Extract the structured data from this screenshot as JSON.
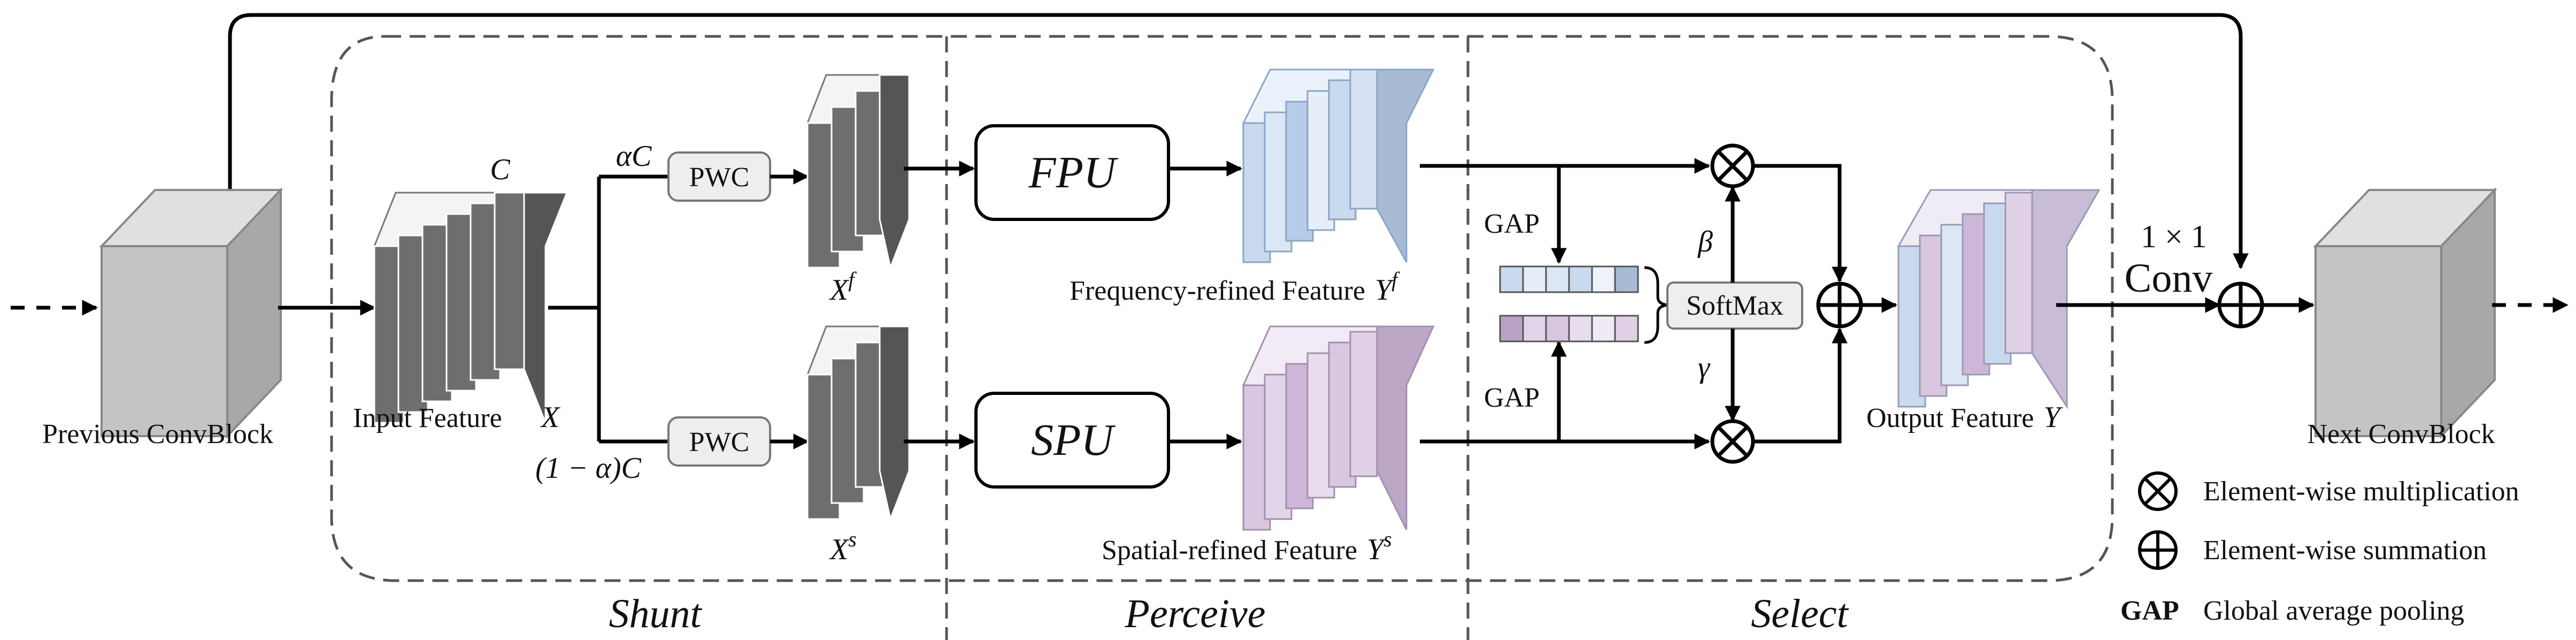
{
  "stages": {
    "shunt": "Shunt",
    "perceive": "Perceive",
    "select": "Select"
  },
  "blocks": {
    "previous": "Previous ConvBlock",
    "next": "Next ConvBlock"
  },
  "input": {
    "label": "Input Feature",
    "var": "X",
    "channels": "C"
  },
  "split": {
    "top_ratio": "αC",
    "bottom_ratio": "(1 − α)C"
  },
  "pwc": "PWC",
  "modules": {
    "fpu": "FPU",
    "spu": "SPU"
  },
  "features": {
    "xf_base": "X",
    "xf_sup": "f",
    "xs_base": "X",
    "xs_sup": "s",
    "freq_label": "Frequency-refined Feature",
    "freq_var": "Y",
    "freq_sup": "f",
    "spat_label": "Spatial-refined Feature",
    "spat_var": "Y",
    "spat_sup": "s",
    "out_label": "Output Feature",
    "out_var": "Y"
  },
  "select": {
    "gap": "GAP",
    "softmax": "SoftMax",
    "beta": "β",
    "gamma": "γ"
  },
  "conv": {
    "kernel": "1 × 1",
    "name": "Conv"
  },
  "legend": {
    "mult": "Element-wise multiplication",
    "sum": "Element-wise summation",
    "gap_abbr": "GAP",
    "gap_desc": "Global average pooling"
  },
  "colors": {
    "gray_block": "#c4c4c4",
    "dark_feature": "#6e6e6e",
    "freq_blue": "#c9d9ee",
    "spat_purple": "#d9c6e0",
    "softmax_box": "#eeeeee"
  }
}
